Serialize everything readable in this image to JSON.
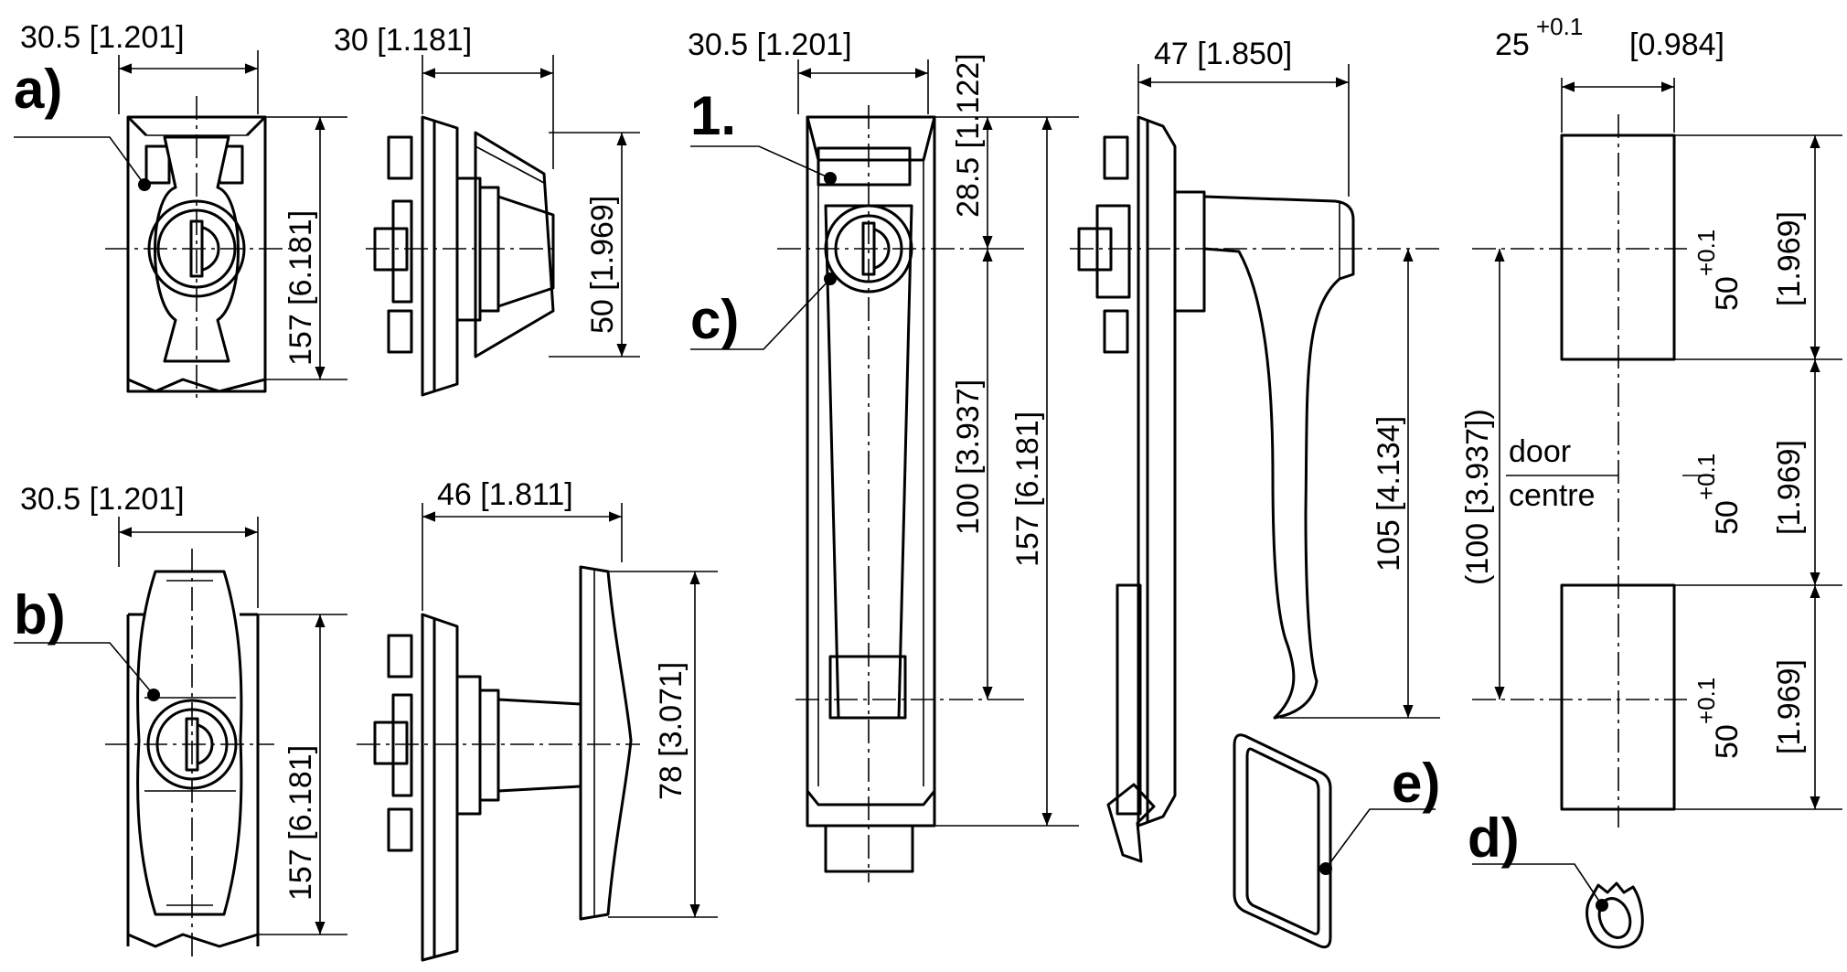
{
  "labels": {
    "a": "a)",
    "b": "b)",
    "c": "c)",
    "d": "d)",
    "e": "e)",
    "one": "1."
  },
  "dimensions": {
    "a_width": "30.5 [1.201]",
    "a_side_width": "30 [1.181]",
    "a_height": "157 [6.181]",
    "a_side_height": "50 [1.969]",
    "b_width": "30.5 [1.201]",
    "b_side_width": "46 [1.811]",
    "b_height": "157 [6.181]",
    "b_side_height": "78 [3.071]",
    "c_width": "30.5 [1.201]",
    "c_top": "28.5 [1.122]",
    "c_mid": "100 [3.937]",
    "c_total": "157 [6.181]",
    "c_side_width": "47 [1.850]",
    "c_side_height": "105 [4.134]",
    "cutout_width": "25",
    "cutout_width_tol": "+0.1",
    "cutout_width_in": "[0.984]",
    "cutout_spacing": "(100 [3.937])",
    "cutout_height": "50",
    "cutout_height_tol": "+0.1",
    "cutout_height_in": "[1.969]"
  },
  "notes": {
    "door": "door",
    "centre": "centre"
  }
}
